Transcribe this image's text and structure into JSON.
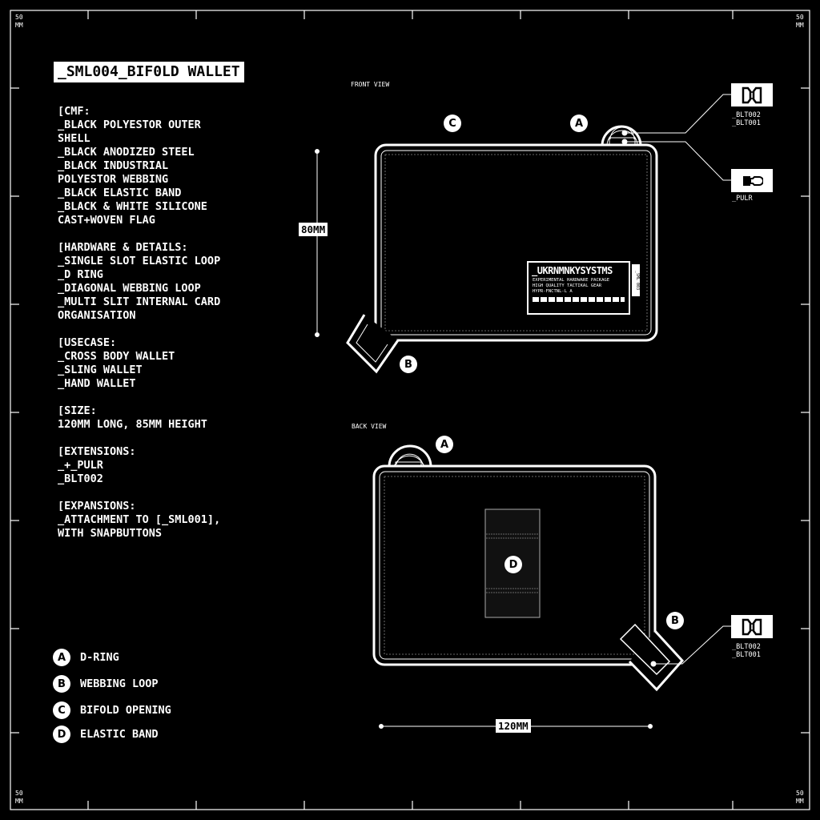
{
  "frame": {
    "corner_value": "50",
    "corner_unit": "MM"
  },
  "title": "_SML004_BIF0LD WALLET",
  "specs": {
    "cmf": [
      "[CMF:",
      "_BLACK POLYESTOR OUTER",
      "SHELL",
      "_BLACK ANODIZED STEEL",
      "_BLACK INDUSTRIAL",
      "POLYESTOR WEBBING",
      "_BLACK ELASTIC BAND",
      "_BLACK & WHITE SILICONE",
      "CAST+WOVEN FLAG"
    ],
    "hardware": [
      "[HARDWARE & DETAILS:",
      "_SINGLE SLOT ELASTIC LOOP",
      "_D RING",
      "_DIAGONAL WEBBING LOOP",
      "_MULTI SLIT INTERNAL CARD",
      "ORGANISATION"
    ],
    "usecase": [
      "[USECASE:",
      "_CROSS BODY WALLET",
      "_SLING WALLET",
      "_HAND WALLET"
    ],
    "size": [
      "[SIZE:",
      "120MM LONG, 85MM HEIGHT"
    ],
    "extensions": [
      "[EXTENSIONS:",
      "_+_PULR",
      "_BLT002"
    ],
    "expansions": [
      "[EXPANSIONS:",
      "_ATTACHMENT TO [_SML001],",
      "WITH SNAPBUTTONS"
    ]
  },
  "legend": [
    {
      "key": "A",
      "label": "D-RING"
    },
    {
      "key": "B",
      "label": "WEBBING LOOP"
    },
    {
      "key": "C",
      "label": "BIFOLD OPENING"
    },
    {
      "key": "D",
      "label": "ELASTIC BAND"
    }
  ],
  "front_view": {
    "label": "FRONT VIEW",
    "height_dim": "80MM",
    "markers": {
      "a": "A",
      "b": "B",
      "c": "C"
    },
    "tag": {
      "logo": "_UKRNMNKYSYSTMS",
      "lines": [
        "EXPERIMENTAL HARDWARE PACKAGE",
        "HIGH QUALITY TACTIKAL GEAR",
        "HYPR-FNCTNL-L A"
      ],
      "side": "_SML 003"
    },
    "callouts": [
      {
        "icon": "buckle-icon",
        "lines": [
          "_BLT002",
          "_BLT001"
        ]
      },
      {
        "icon": "puller-icon",
        "lines": [
          "_PULR"
        ]
      }
    ]
  },
  "back_view": {
    "label": "BACK VIEW",
    "width_dim": "120MM",
    "markers": {
      "a": "A",
      "b": "B",
      "d": "D"
    },
    "callouts": [
      {
        "icon": "buckle-icon",
        "lines": [
          "_BLT002",
          "_BLT001"
        ]
      }
    ]
  }
}
